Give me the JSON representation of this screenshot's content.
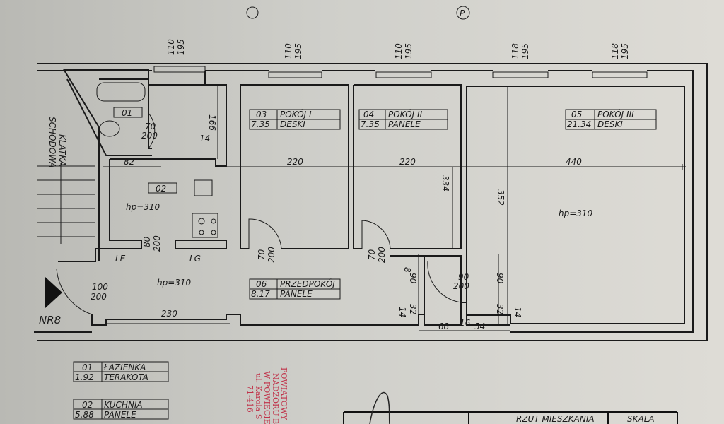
{
  "windows": [
    {
      "top": "110",
      "bottom": "195"
    },
    {
      "top": "110",
      "bottom": "195"
    },
    {
      "top": "110",
      "bottom": "195"
    },
    {
      "top": "118",
      "bottom": "195"
    },
    {
      "top": "118",
      "bottom": "195"
    }
  ],
  "rooms": [
    {
      "no": "03",
      "name": "POKÓJ I",
      "area": "7.35",
      "floor": "DESKI"
    },
    {
      "no": "04",
      "name": "POKÓJ II",
      "area": "7.35",
      "floor": "PANELE"
    },
    {
      "no": "05",
      "name": "POKÓJ III",
      "area": "21.34",
      "floor": "DESKI"
    },
    {
      "no": "06",
      "name": "PRZEDPOKÓJ",
      "area": "8.17",
      "floor": "PANELE"
    }
  ],
  "labels": {
    "bath_no": "01",
    "kitchen_no": "02",
    "stairs_1": "KLATKA",
    "stairs_2": "SCHODOWA",
    "hp1": "hp=310",
    "hp2": "hp=310",
    "hp3": "hp=310",
    "le": "LE",
    "lg": "LG",
    "flat": "NR8"
  },
  "dims": {
    "d166": "166",
    "d14a": "14",
    "d82": "82",
    "d220a": "220",
    "d220b": "220",
    "d440": "440",
    "d334": "334",
    "d352": "352",
    "d230": "230",
    "d8": "8",
    "d90a": "90",
    "d90b": "90",
    "d32a": "32",
    "d32b": "32",
    "d14b": "14",
    "d14c": "14",
    "d68": "68",
    "d16": "16",
    "d54": "54"
  },
  "doors": [
    {
      "w": "70",
      "h": "200"
    },
    {
      "w": "80",
      "h": "200"
    },
    {
      "w": "100",
      "h": "200"
    },
    {
      "w": "70",
      "h": "200"
    },
    {
      "w": "70",
      "h": "200"
    },
    {
      "w": "90",
      "h": "200"
    }
  ],
  "legend": [
    {
      "no": "01",
      "name": "ŁAZIENKA",
      "area": "1.92",
      "floor": "TERAKOTA"
    },
    {
      "no": "02",
      "name": "KUCHNIA",
      "area": "5.88",
      "floor": "PANELE"
    }
  ],
  "stamp": [
    "POWIATOWY",
    "NADZORU B",
    "W POWIECIE G",
    "ul. Karola S",
    "71-416"
  ],
  "title_block": {
    "title": "RZUT MIESZKANIA",
    "scale": "SKALA"
  },
  "page_mark": "P"
}
